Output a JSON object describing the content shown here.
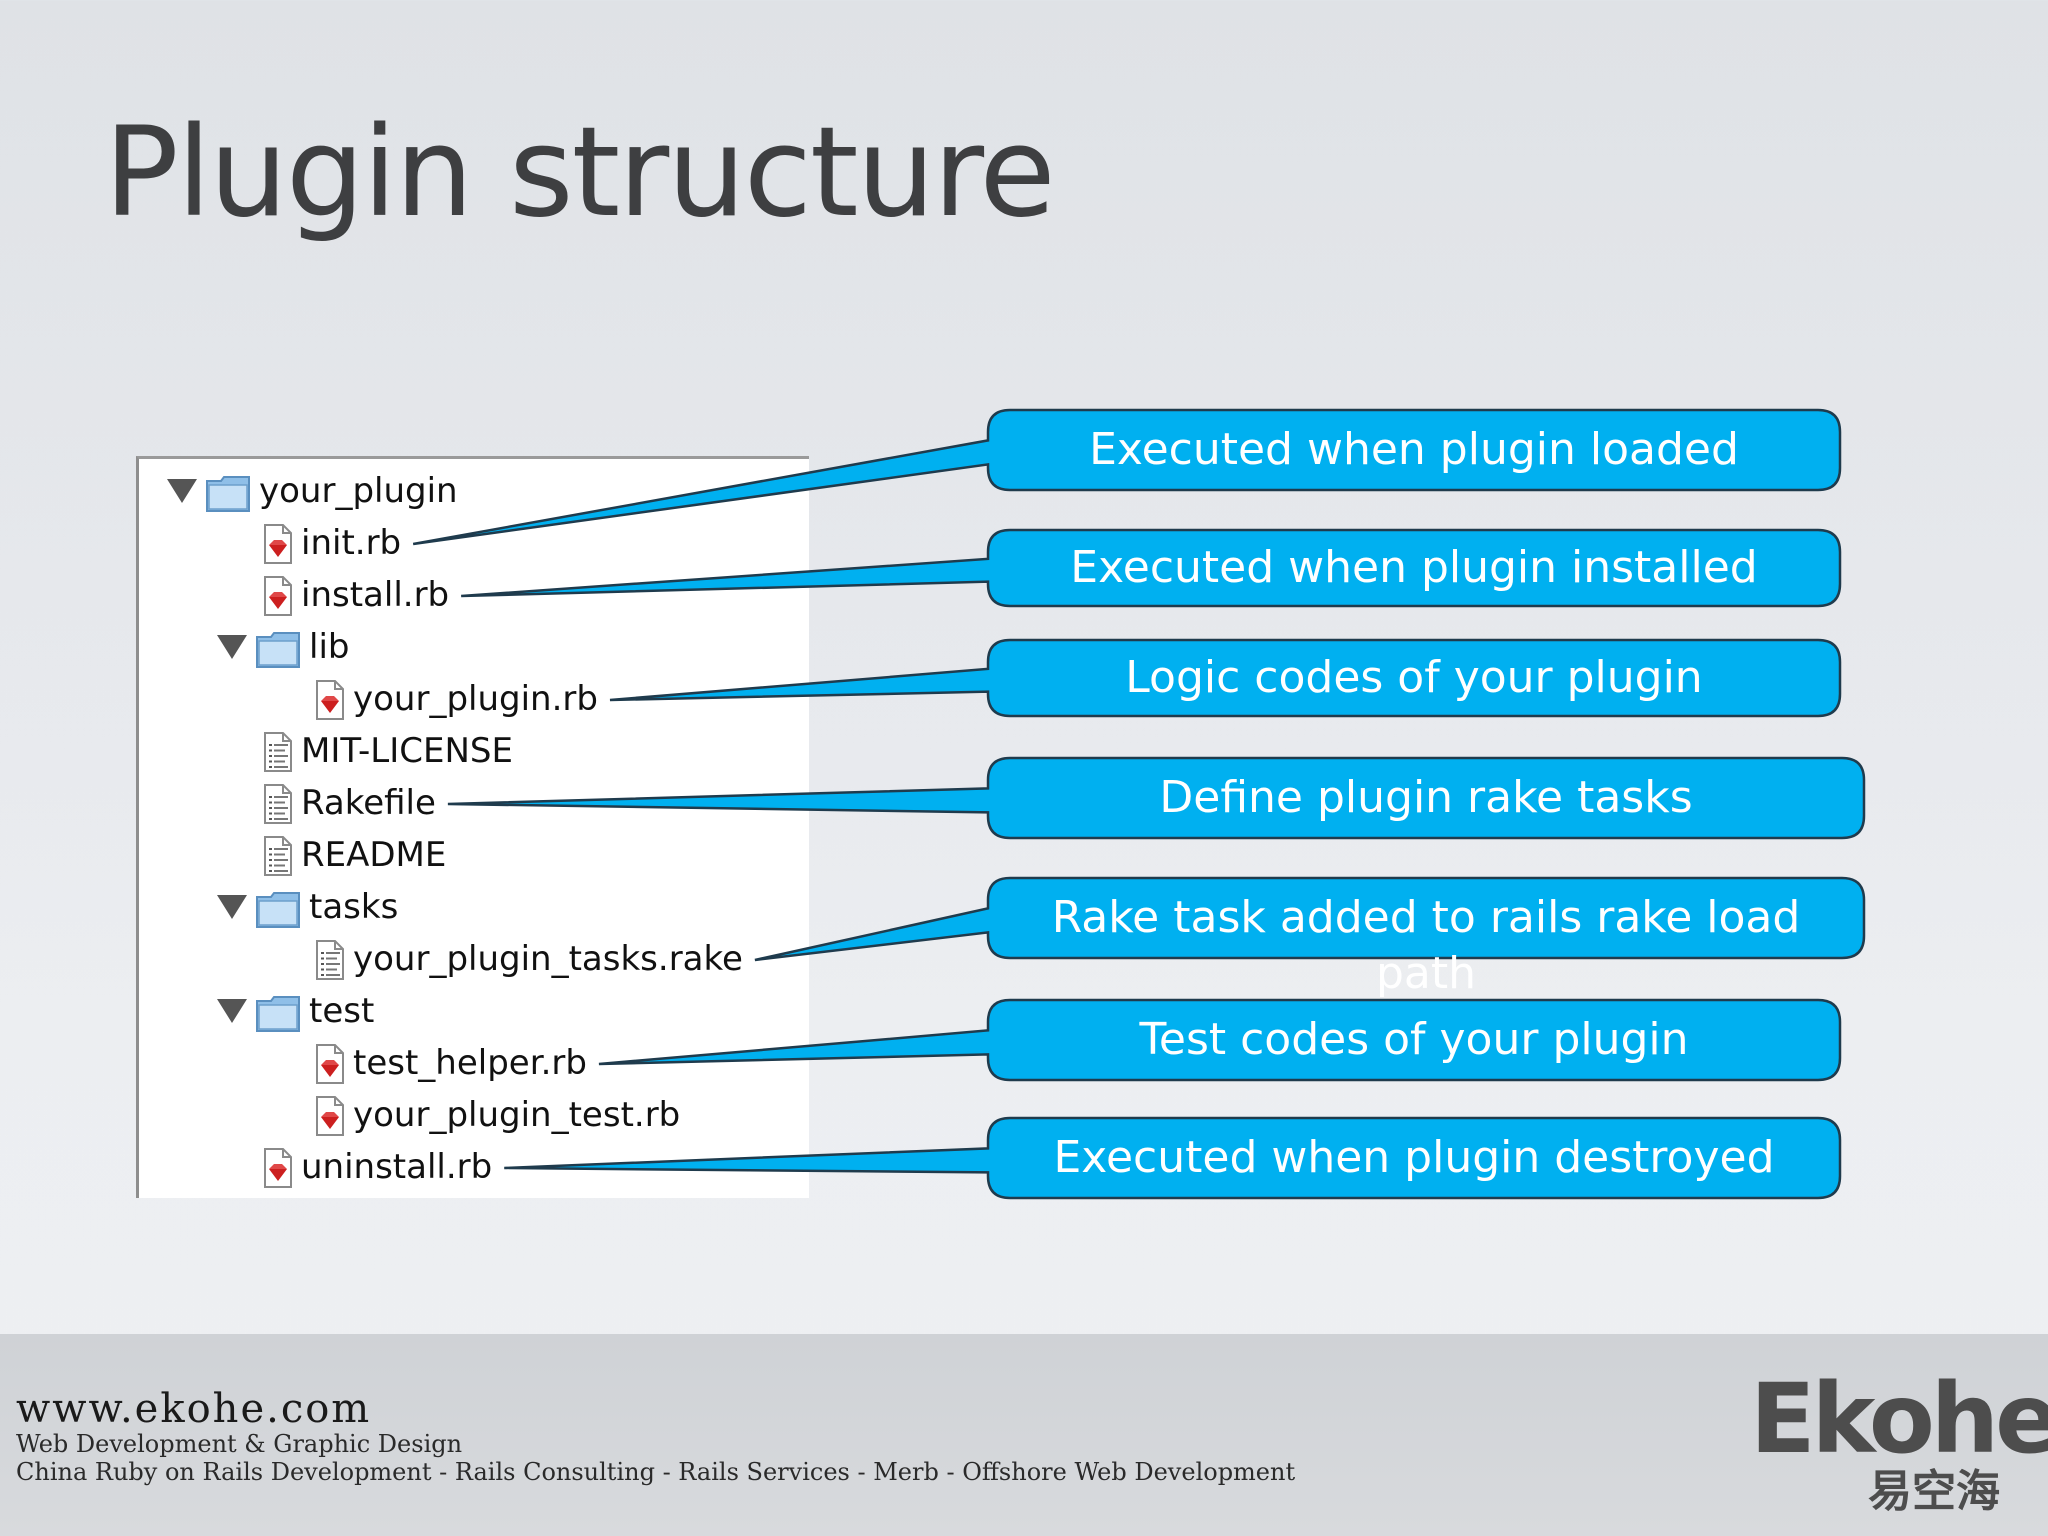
{
  "slide": {
    "title": "Plugin structure"
  },
  "tree": [
    {
      "label": "your_plugin",
      "kind": "folder",
      "depth": 0,
      "expanded": true
    },
    {
      "label": "init.rb",
      "kind": "ruby-file",
      "depth": 1
    },
    {
      "label": "install.rb",
      "kind": "ruby-file",
      "depth": 1
    },
    {
      "label": "lib",
      "kind": "folder",
      "depth": 1,
      "expanded": true
    },
    {
      "label": "your_plugin.rb",
      "kind": "ruby-file",
      "depth": 2
    },
    {
      "label": "MIT-LICENSE",
      "kind": "text-file",
      "depth": 1
    },
    {
      "label": "Rakefile",
      "kind": "text-file",
      "depth": 1
    },
    {
      "label": "README",
      "kind": "text-file",
      "depth": 1
    },
    {
      "label": "tasks",
      "kind": "folder",
      "depth": 1,
      "expanded": true
    },
    {
      "label": "your_plugin_tasks.rake",
      "kind": "text-file",
      "depth": 2
    },
    {
      "label": "test",
      "kind": "folder",
      "depth": 1,
      "expanded": true
    },
    {
      "label": "test_helper.rb",
      "kind": "ruby-file",
      "depth": 2
    },
    {
      "label": "your_plugin_test.rb",
      "kind": "ruby-file",
      "depth": 2
    },
    {
      "label": "uninstall.rb",
      "kind": "ruby-file",
      "depth": 1
    }
  ],
  "callouts": [
    {
      "text": "Executed when plugin loaded",
      "overflow": "",
      "target": "init.rb"
    },
    {
      "text": "Executed when plugin installed",
      "overflow": "",
      "target": "install.rb"
    },
    {
      "text": "Logic codes of your plugin",
      "overflow": "",
      "target": "your_plugin.rb"
    },
    {
      "text": "Define plugin rake tasks",
      "overflow": "",
      "target": "Rakefile"
    },
    {
      "text": "Rake task added to rails rake load",
      "overflow": "path",
      "target": "your_plugin_tasks.rake"
    },
    {
      "text": "Test codes of your plugin",
      "overflow": "",
      "target": "test_helper.rb"
    },
    {
      "text": "Executed when plugin destroyed",
      "overflow": "",
      "target": "uninstall.rb"
    }
  ],
  "footer": {
    "url": "www.ekohe.com",
    "tagline": "Web Development & Graphic Design",
    "services": "China Ruby on Rails Development - Rails Consulting - Rails Services - Merb - Offshore Web Development"
  },
  "logo": {
    "name": "Ekohe",
    "chinese": "易空海"
  },
  "colors": {
    "callout_fill": "#00b0f0",
    "callout_stroke": "#1f3b4d",
    "title": "#3e3f41",
    "ruby_icon": "#cc1f1f",
    "folder_icon": "#8fbfe8"
  }
}
